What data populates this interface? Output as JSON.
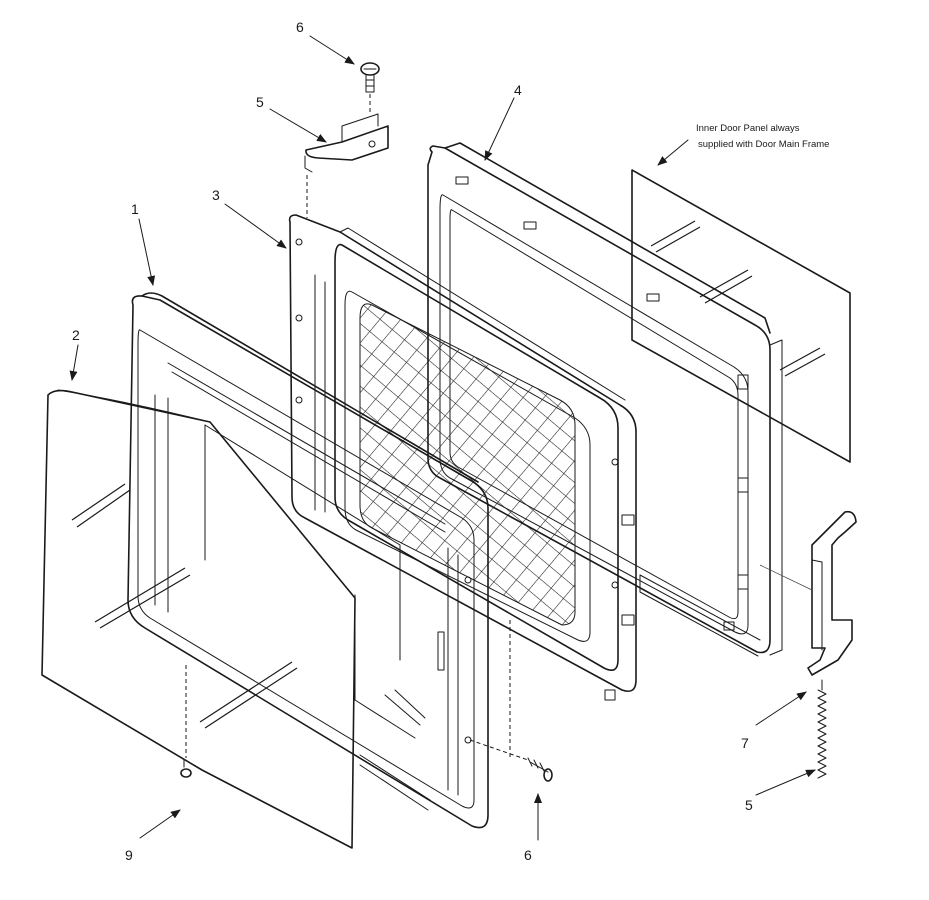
{
  "callouts": {
    "c1": "1",
    "c2": "2",
    "c3": "3",
    "c4": "4",
    "c5_top": "5",
    "c5_bottom": "5",
    "c6_top": "6",
    "c6_bottom": "6",
    "c7": "7",
    "c9": "9"
  },
  "note": {
    "line1": "Inner Door Panel always",
    "line2": "supplied with Door Main Frame"
  }
}
